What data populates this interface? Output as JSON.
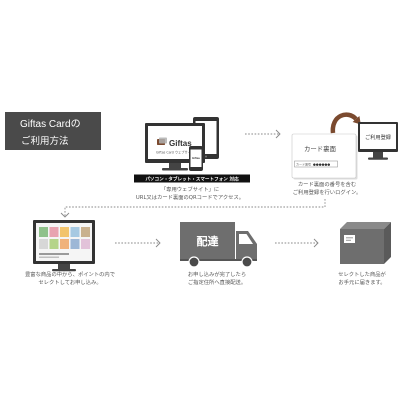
{
  "title": {
    "line1": "Giftas Cardの",
    "line2": "ご利用方法"
  },
  "colors": {
    "title_bg": "#4a4a4a",
    "accent_arrow": "#7b4a2f",
    "icon_gray": "#6e6e6e"
  },
  "steps": {
    "access": {
      "monitor_logo": "Giftas",
      "monitor_caption": "Giftas Card ウェブサイト",
      "phone_logo": "Giftas",
      "devices_banner": "パソコン・タブレット・スマートフォン 対応",
      "description": [
        "「専用ウェブサイト」に",
        "URL又はカード裏面のQRコードでアクセス。"
      ]
    },
    "register": {
      "card_title": "カード裏面",
      "card_number_label": "カード番号",
      "card_number_mask": "●●●●●●",
      "monitor_label": "ご利用登録",
      "description": [
        "カード裏面の番号を含む",
        "ご利用登録を行いログイン。"
      ]
    },
    "select": {
      "description": [
        "豊富な商品の中から、ポイントの内で",
        "セレクトしてお申し込み。"
      ]
    },
    "deliver": {
      "truck_label": "配達",
      "description": [
        "お申し込みが完了したら",
        "ご指定住所へ直接配送。"
      ]
    },
    "receive": {
      "description": [
        "セレクトした商品が",
        "お手元に届きます。"
      ]
    }
  }
}
